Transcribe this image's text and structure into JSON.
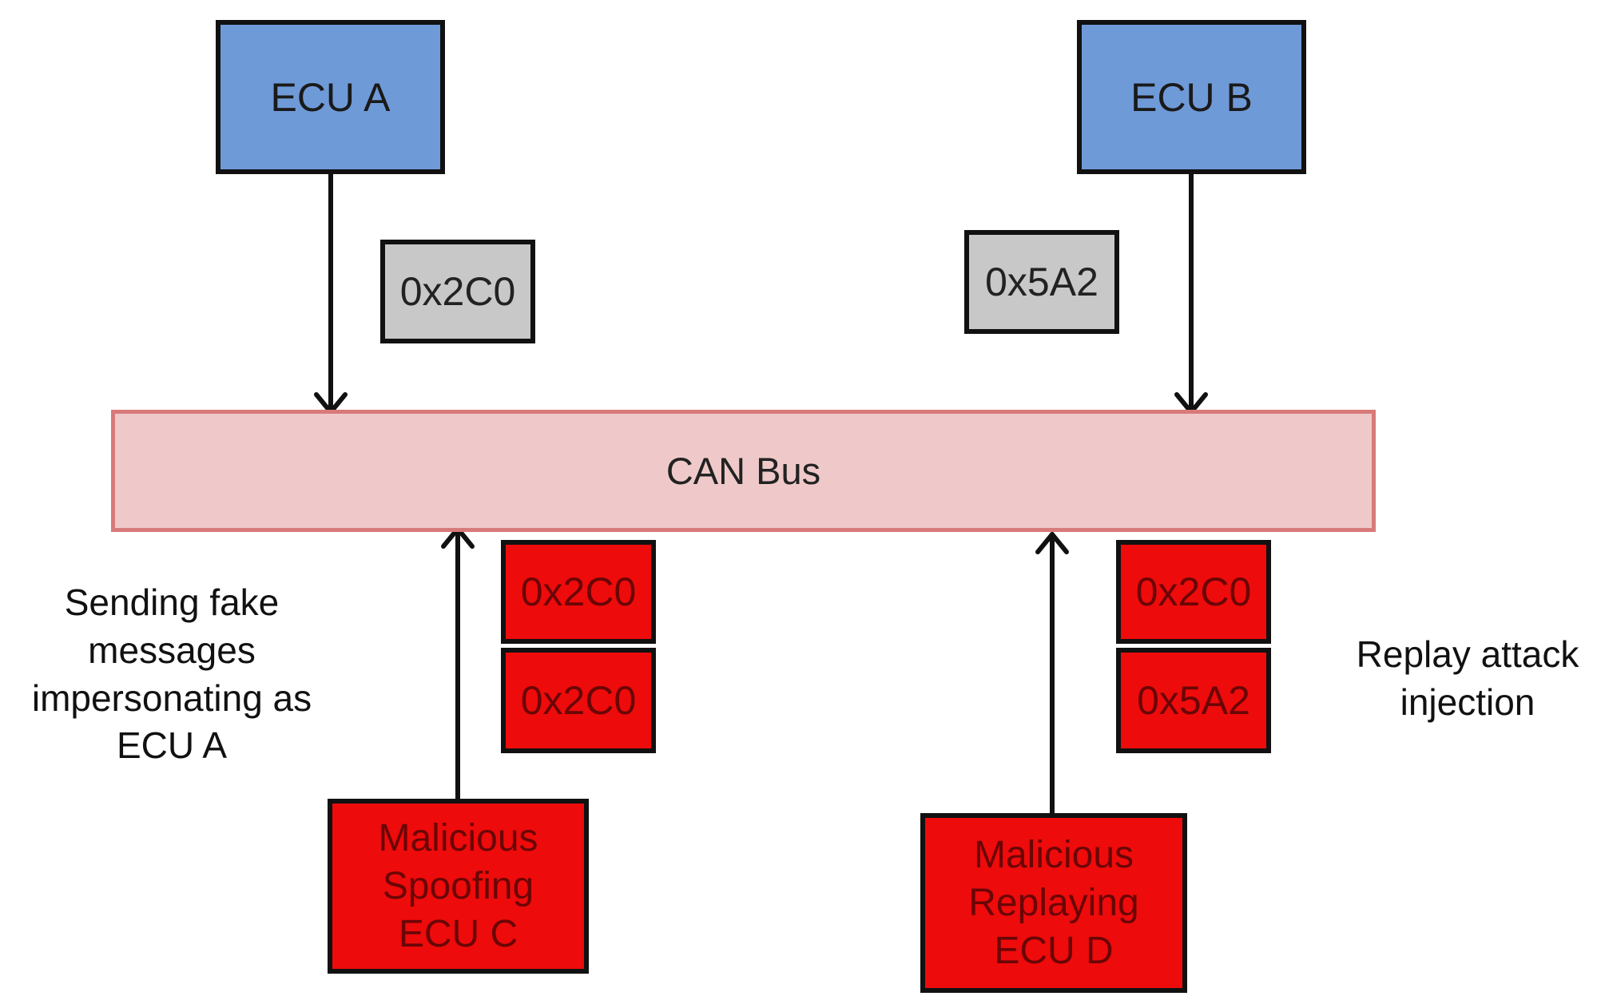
{
  "colors": {
    "ecu_fill": "#6f9ad8",
    "frame_fill": "#c8c8c8",
    "bus_fill": "#efc9c9",
    "bus_border": "#d87a7a",
    "malicious_fill": "#ee0b0b",
    "malicious_text": "#6a0505",
    "line": "#111111"
  },
  "nodes": {
    "ecu_a": "ECU A",
    "ecu_b": "ECU B",
    "ecu_c": "Malicious\nSpoofing\nECU C",
    "ecu_d": "Malicious\nReplaying\nECU D"
  },
  "bus": {
    "label": "CAN Bus"
  },
  "frames": {
    "ecu_a_frame": "0x2C0",
    "ecu_b_frame": "0x5A2",
    "spoof_frames": [
      "0x2C0",
      "0x2C0"
    ],
    "replay_frames": [
      "0x2C0",
      "0x5A2"
    ]
  },
  "annotations": {
    "spoofing": "Sending fake\nmessages\nimpersonating as\nECU A",
    "replay": "Replay attack\ninjection"
  }
}
